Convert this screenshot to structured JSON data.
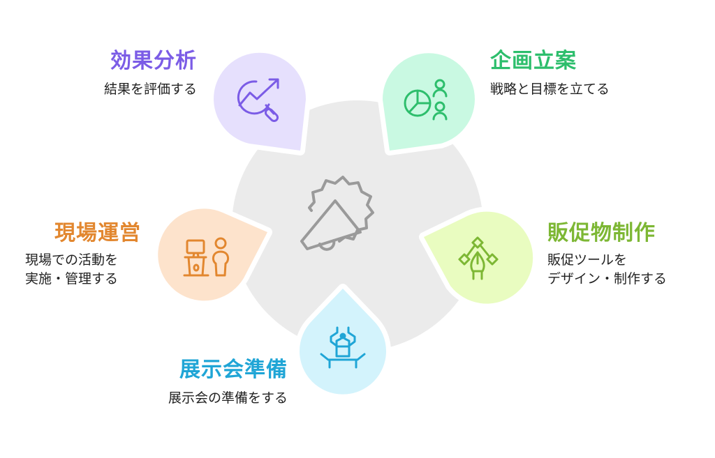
{
  "diagram": {
    "center_icon": "megaphone-badge-icon",
    "background_color": "#EBEBEB",
    "items": [
      {
        "id": "effect-analysis",
        "title": "効果分析",
        "description": [
          "結果を評価する"
        ],
        "icon": "chart-magnifier-icon",
        "color": "#7B5CE6",
        "fill": "#E6E0FD"
      },
      {
        "id": "planning",
        "title": "企画立案",
        "description": [
          "戦略と目標を立てる"
        ],
        "icon": "pie-chart-people-icon",
        "color": "#2DBE6C",
        "fill": "#C9F9E2"
      },
      {
        "id": "promo-production",
        "title": "販促物制作",
        "description": [
          "販促ツールを",
          "デザイン・制作する"
        ],
        "icon": "pen-tool-icon",
        "color": "#7DB734",
        "fill": "#E9FCC0"
      },
      {
        "id": "exhibition-prep",
        "title": "展示会準備",
        "description": [
          "展示会の準備をする"
        ],
        "icon": "exhibition-booth-icon",
        "color": "#1FA5D6",
        "fill": "#D3F3FC"
      },
      {
        "id": "onsite-operation",
        "title": "現場運営",
        "description": [
          "現場での活動を",
          "実施・管理する"
        ],
        "icon": "kiosk-person-icon",
        "color": "#E2872F",
        "fill": "#FDE3CC"
      }
    ]
  }
}
